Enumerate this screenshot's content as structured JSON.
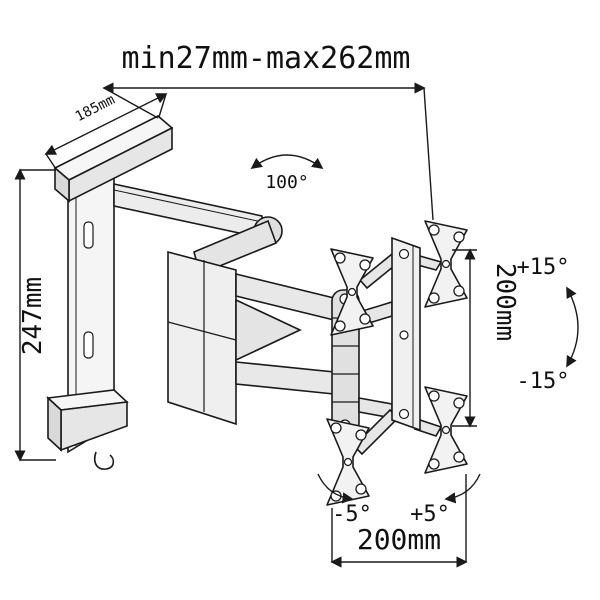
{
  "labels": {
    "extension_range": "min27mm-max262mm",
    "wall_plate_width": "185mm",
    "wall_plate_height": "247mm",
    "swivel_angle": "100°",
    "vesa_height": "200mm",
    "tilt_up": "+15°",
    "tilt_down": "-15°",
    "pan_left": "-5°",
    "pan_right": "+5°",
    "vesa_width": "200mm"
  },
  "colors": {
    "line": "#1a1a1a",
    "metal_light": "#f5f5f5",
    "metal_mid": "#e6e6e6",
    "metal_dark": "#d9d9d9",
    "background": "#ffffff"
  }
}
